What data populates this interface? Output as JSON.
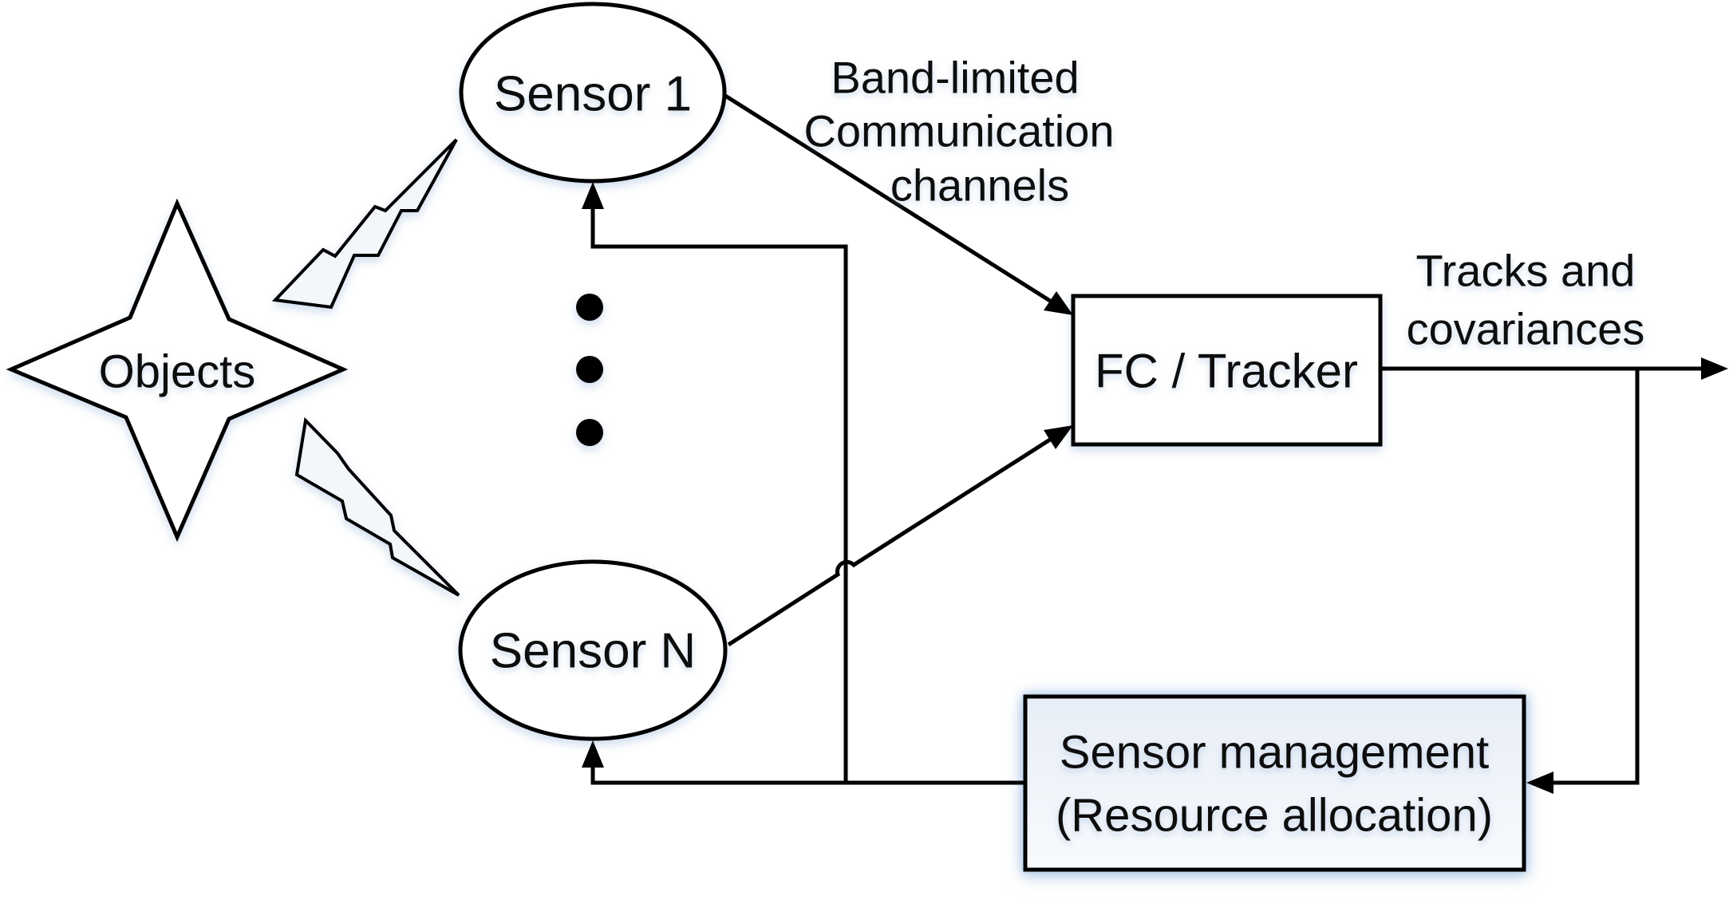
{
  "nodes": {
    "objects": {
      "label": "Objects"
    },
    "sensor1": {
      "label": "Sensor 1"
    },
    "sensorN": {
      "label": "Sensor N"
    },
    "fc_tracker": {
      "label": "FC / Tracker"
    },
    "sensor_management": {
      "line1": "Sensor management",
      "line2": "(Resource allocation)"
    }
  },
  "annotations": {
    "band_limited": {
      "line1": "Band-limited",
      "line2": "Communication",
      "line3": "channels"
    },
    "tracks": {
      "line1": "Tracks and",
      "line2": "covariances"
    }
  },
  "colors": {
    "ink": "#000000",
    "text": "#0d0d0d",
    "node_fill": "#ffffff",
    "bolt_fill": "#f3f6fb",
    "management_fill_top": "#e8eef7",
    "management_fill_bottom": "#f8fafd",
    "management_glow": "#a9c9e9",
    "shadow_tint": "#96b4d8"
  }
}
